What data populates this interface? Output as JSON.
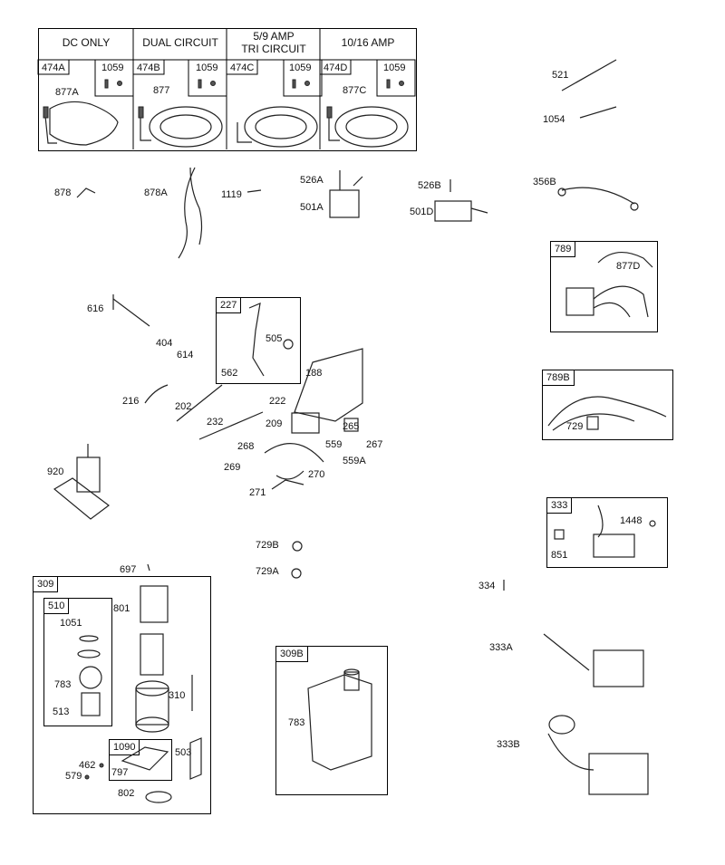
{
  "table": {
    "headers": [
      "DC ONLY",
      "DUAL CIRCUIT",
      "5/9 AMP\nTRI CIRCUIT",
      "10/16 AMP"
    ],
    "cells": [
      {
        "id": "474A",
        "sub": "1059",
        "part": "877A"
      },
      {
        "id": "474B",
        "sub": "1059",
        "part": "877"
      },
      {
        "id": "474C",
        "sub": "1059",
        "part": ""
      },
      {
        "id": "474D",
        "sub": "1059",
        "part": "877C"
      }
    ]
  },
  "callouts": {
    "p521": "521",
    "p1054": "1054",
    "p878": "878",
    "p878A": "878A",
    "p1119": "1119",
    "p526A": "526A",
    "p501A": "501A",
    "p526B": "526B",
    "p501D": "501D",
    "p356B": "356B",
    "p616": "616",
    "p404": "404",
    "p614": "614",
    "p505": "505",
    "p562": "562",
    "p188": "188",
    "p216": "216",
    "p202": "202",
    "p222": "222",
    "p232": "232",
    "p209": "209",
    "p265": "265",
    "p559": "559",
    "p267": "267",
    "p268": "268",
    "p559A": "559A",
    "p269": "269",
    "p270": "270",
    "p271": "271",
    "p920": "920",
    "p697": "697",
    "p729B": "729B",
    "p729A": "729A",
    "p877D": "877D",
    "p729": "729",
    "p1448": "1448",
    "p851": "851",
    "p334": "334",
    "p333A": "333A",
    "p333B": "333B",
    "p801": "801",
    "p1051": "1051",
    "p783a": "783",
    "p513": "513",
    "p310": "310",
    "p503": "503",
    "p462": "462",
    "p579": "579",
    "p797": "797",
    "p802": "802",
    "p783b": "783"
  },
  "boxes": {
    "b227": "227",
    "b789": "789",
    "b789B": "789B",
    "b333": "333",
    "b309": "309",
    "b510": "510",
    "b1090": "1090",
    "b309B": "309B"
  }
}
